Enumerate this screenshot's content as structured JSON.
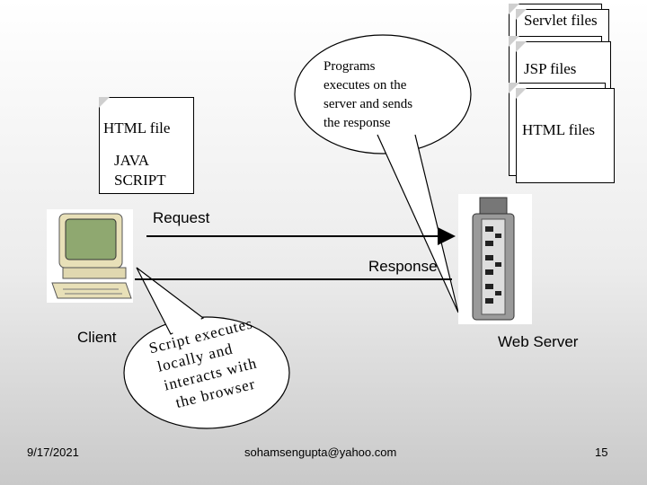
{
  "html_file": {
    "label": "HTML file"
  },
  "javascript": {
    "line1": "JAVA",
    "line2": "SCRIPT"
  },
  "servlet_files": {
    "label": "Servlet files"
  },
  "jsp_files": {
    "label": "JSP files"
  },
  "html_files": {
    "label": "HTML files"
  },
  "bubble_server": {
    "line1": "Programs",
    "line2": "executes on the",
    "line3": "server and sends",
    "line4": "the response"
  },
  "bubble_client": {
    "line1": "Script executes",
    "line2": "locally and",
    "line3": "interacts with",
    "line4": "the browser"
  },
  "request": {
    "label": "Request"
  },
  "response": {
    "label": "Response"
  },
  "client": {
    "label": "Client"
  },
  "web_server": {
    "label": "Web Server"
  },
  "footer": {
    "date": "9/17/2021",
    "email": "sohamsengupta@yahoo.com",
    "page": "15"
  }
}
